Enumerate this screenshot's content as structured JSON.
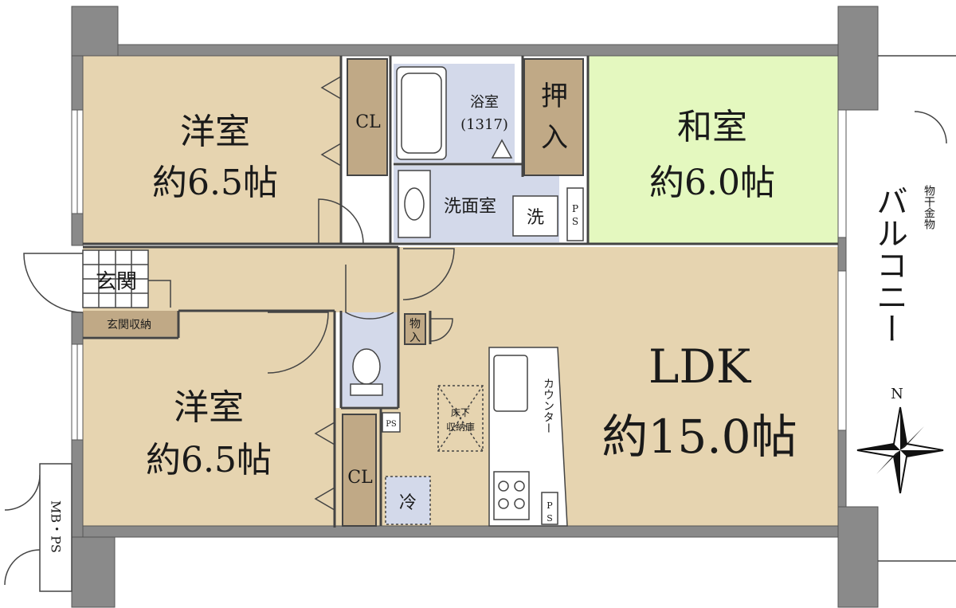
{
  "rooms": {
    "western_top": {
      "name": "洋室",
      "size": "約6.5帖"
    },
    "western_bottom": {
      "name": "洋室",
      "size": "約6.5帖"
    },
    "japanese": {
      "name": "和室",
      "size": "約6.0帖"
    },
    "ldk": {
      "name": "LDK",
      "size": "約15.0帖"
    },
    "bath": {
      "name": "浴室",
      "code": "(1317)"
    },
    "washroom": "洗面室",
    "entrance": "玄関",
    "entrance_storage": "玄関収納",
    "closet_top": "CL",
    "closet_bottom": "CL",
    "oshiire_1": "押",
    "oshiire_2": "入",
    "storage_1": "物",
    "storage_2": "入",
    "underfloor_1": "床下",
    "underfloor_2": "収納庫",
    "counter": "カウンター",
    "fridge": "冷",
    "washer": "洗",
    "ps": "PS",
    "ps_top_1": "P",
    "ps_top_2": "S",
    "ps_kitchen_1": "P",
    "ps_kitchen_2": "S",
    "mbps": "MB・PS"
  },
  "balcony": {
    "label": "バルコニー",
    "fixture": "物干金物"
  },
  "compass": {
    "north": "N"
  },
  "colors": {
    "floor_tan": "#e6d4b0",
    "japanese_green": "#e4f8bf",
    "wet_area_blue": "#d3d9ea",
    "closet_brown": "#c0a986",
    "wall_gray": "#8a8a8a",
    "ink": "#1a1a1a"
  }
}
